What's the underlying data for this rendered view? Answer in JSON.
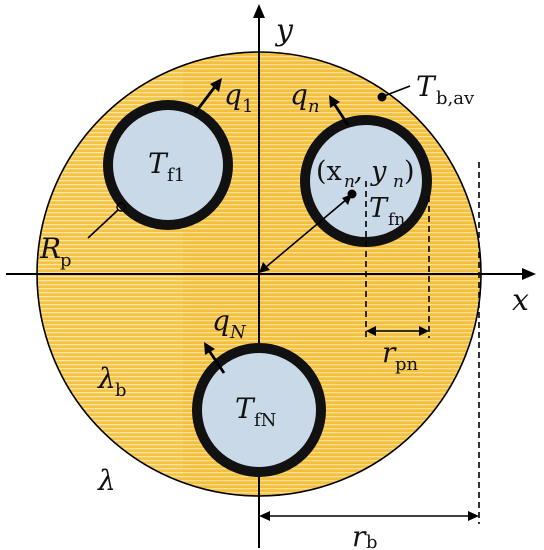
{
  "axes": {
    "x_label": "x",
    "y_label": "y"
  },
  "labels": {
    "tb_av": "T",
    "tb_av_sub": "b,av",
    "q1": "q",
    "q1_sub": "1",
    "qn": "q",
    "qn_sub": "n",
    "qN": "q",
    "qN_sub": "N",
    "tf1": "T",
    "tf1_sub": "f1",
    "tfn": "T",
    "tfn_sub": "fn",
    "tfN": "T",
    "tfN_sub": "fN",
    "center_n": "(x",
    "center_n_sub1": "n",
    "center_n_mid": ", y",
    "center_n_sub2": "n",
    "center_n_end": ")",
    "rp": "R",
    "rp_sub": "p",
    "rpn": "r",
    "rpn_sub": "pn",
    "lambda_b": "λ",
    "lambda_b_sub": "b",
    "lambda": "λ",
    "rb": "r",
    "rb_sub": "b"
  },
  "colors": {
    "borehole_fill": "#f6c64a",
    "borehole_stripe": "#f9d77a",
    "pipe_fill": "#c9d9e8",
    "pipe_wall": "#111111",
    "axis": "#000000"
  }
}
